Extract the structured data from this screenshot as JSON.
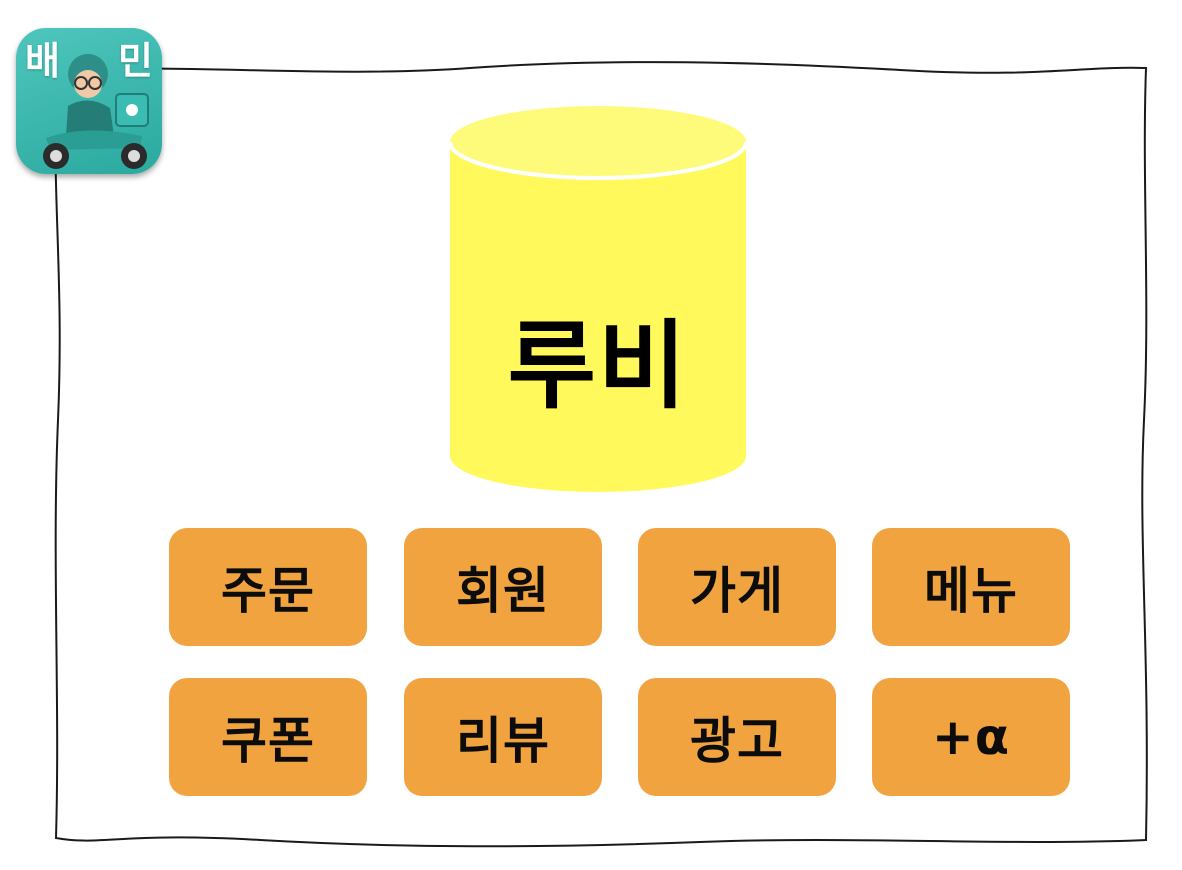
{
  "logo": {
    "text_left": "배",
    "text_right": "민",
    "badge": "배민"
  },
  "cylinder": {
    "label": "루비"
  },
  "buttons": [
    "주문",
    "회원",
    "가게",
    "메뉴",
    "쿠폰",
    "리뷰",
    "광고",
    "+α"
  ],
  "colors": {
    "button_fill": "#f1a340",
    "cylinder_fill": "#fff95c",
    "logo_bg": "#35b3a9"
  }
}
